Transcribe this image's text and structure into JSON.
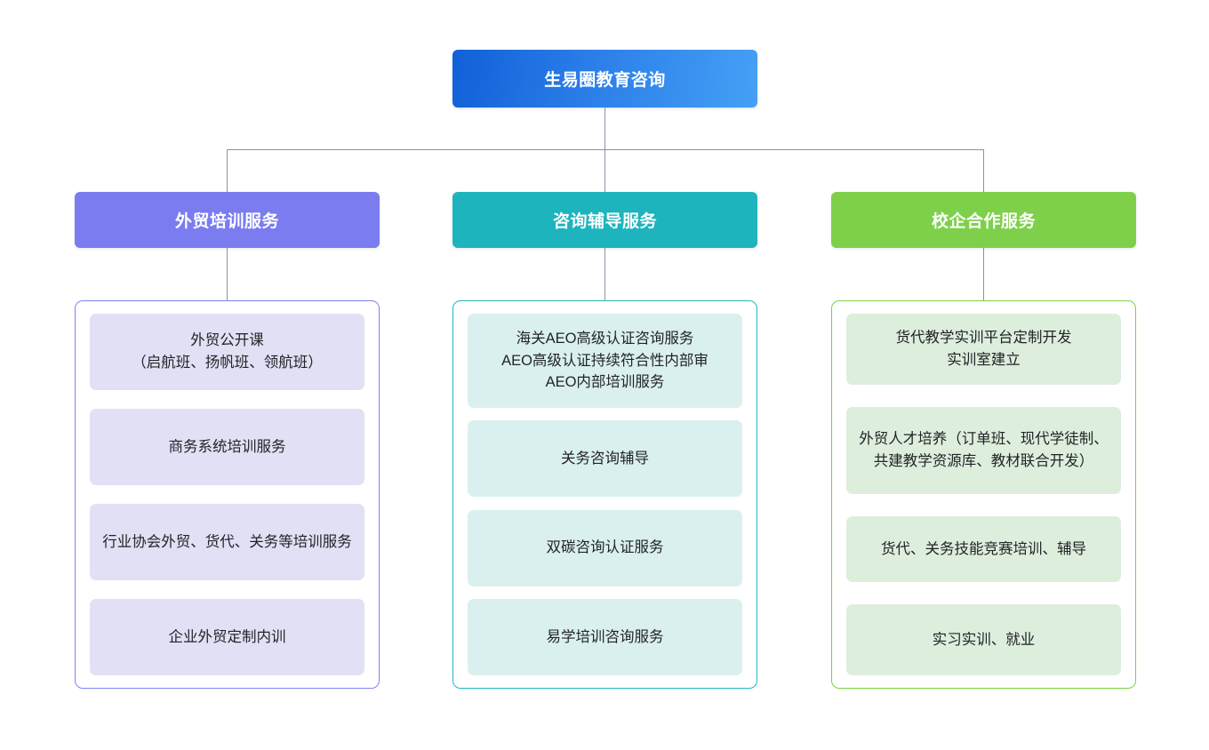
{
  "diagram": {
    "type": "organizational-tree",
    "background_color": "#ffffff",
    "connector_color": "#8a94a6",
    "root": {
      "label": "生易圈教育咨询",
      "gradient_from": "#1160d8",
      "gradient_to": "#45a0f5",
      "text_color": "#ffffff"
    },
    "columns": [
      {
        "header": "外贸培训服务",
        "header_color": "#7a7cf0",
        "border_color": "#8181f0",
        "item_color": "#e2e0f5",
        "items": [
          "外贸公开课\n（启航班、扬帆班、领航班）",
          "商务系统培训服务",
          "行业协会外贸、货代、关务等培训服务",
          "企业外贸定制内训"
        ]
      },
      {
        "header": "咨询辅导服务",
        "header_color": "#1db4bd",
        "border_color": "#1fb6c0",
        "item_color": "#daf0ef",
        "items": [
          "海关AEO高级认证咨询服务\nAEO高级认证持续符合性内部审\nAEO内部培训服务",
          "关务咨询辅导",
          "双碳咨询认证服务",
          "易学培训咨询服务"
        ]
      },
      {
        "header": "校企合作服务",
        "header_color": "#7ed04a",
        "border_color": "#7ed040",
        "item_color": "#ddeedd",
        "items": [
          "货代教学实训平台定制开发\n实训室建立",
          "外贸人才培养（订单班、现代学徒制、共建教学资源库、教材联合开发）",
          "货代、关务技能竞赛培训、辅导",
          "实习实训、就业"
        ]
      }
    ]
  }
}
